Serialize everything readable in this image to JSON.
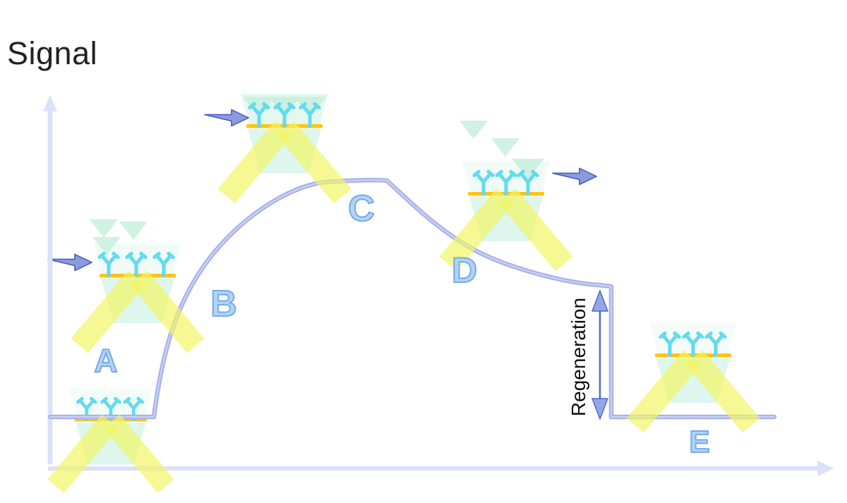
{
  "title": "Signal",
  "diagram": {
    "regeneration_label": "Regeneration",
    "stages": [
      {
        "label": "A"
      },
      {
        "label": "B"
      },
      {
        "label": "C"
      },
      {
        "label": "D"
      },
      {
        "label": "E"
      }
    ]
  },
  "icons": {
    "antibody": "antibody-y-shape",
    "analyte": "triangle-down",
    "sensor_surface": "gold-bar",
    "prism": "trapezoid",
    "light_beam": "yellow-beam",
    "flow_in": "right-arrow",
    "flow_out": "right-arrow",
    "regeneration": "vertical-double-arrow"
  },
  "colors": {
    "curve": "#a9b3e8",
    "axis": "#dce1f8",
    "stage_label_fill": "#b3d3f6",
    "stage_label_stroke": "#74abe9",
    "antibody": "#63daf0",
    "sensor_surface_gold": "#ffc415",
    "analyte": "#c8f0de",
    "prism": "#d9f6ec",
    "light_beam": "#f2f562",
    "flow_arrow_fill": "#8b9bdf",
    "flow_arrow_stroke": "#5365c3",
    "regeneration_arrow": "#5068c6",
    "title_text": "#222222"
  }
}
